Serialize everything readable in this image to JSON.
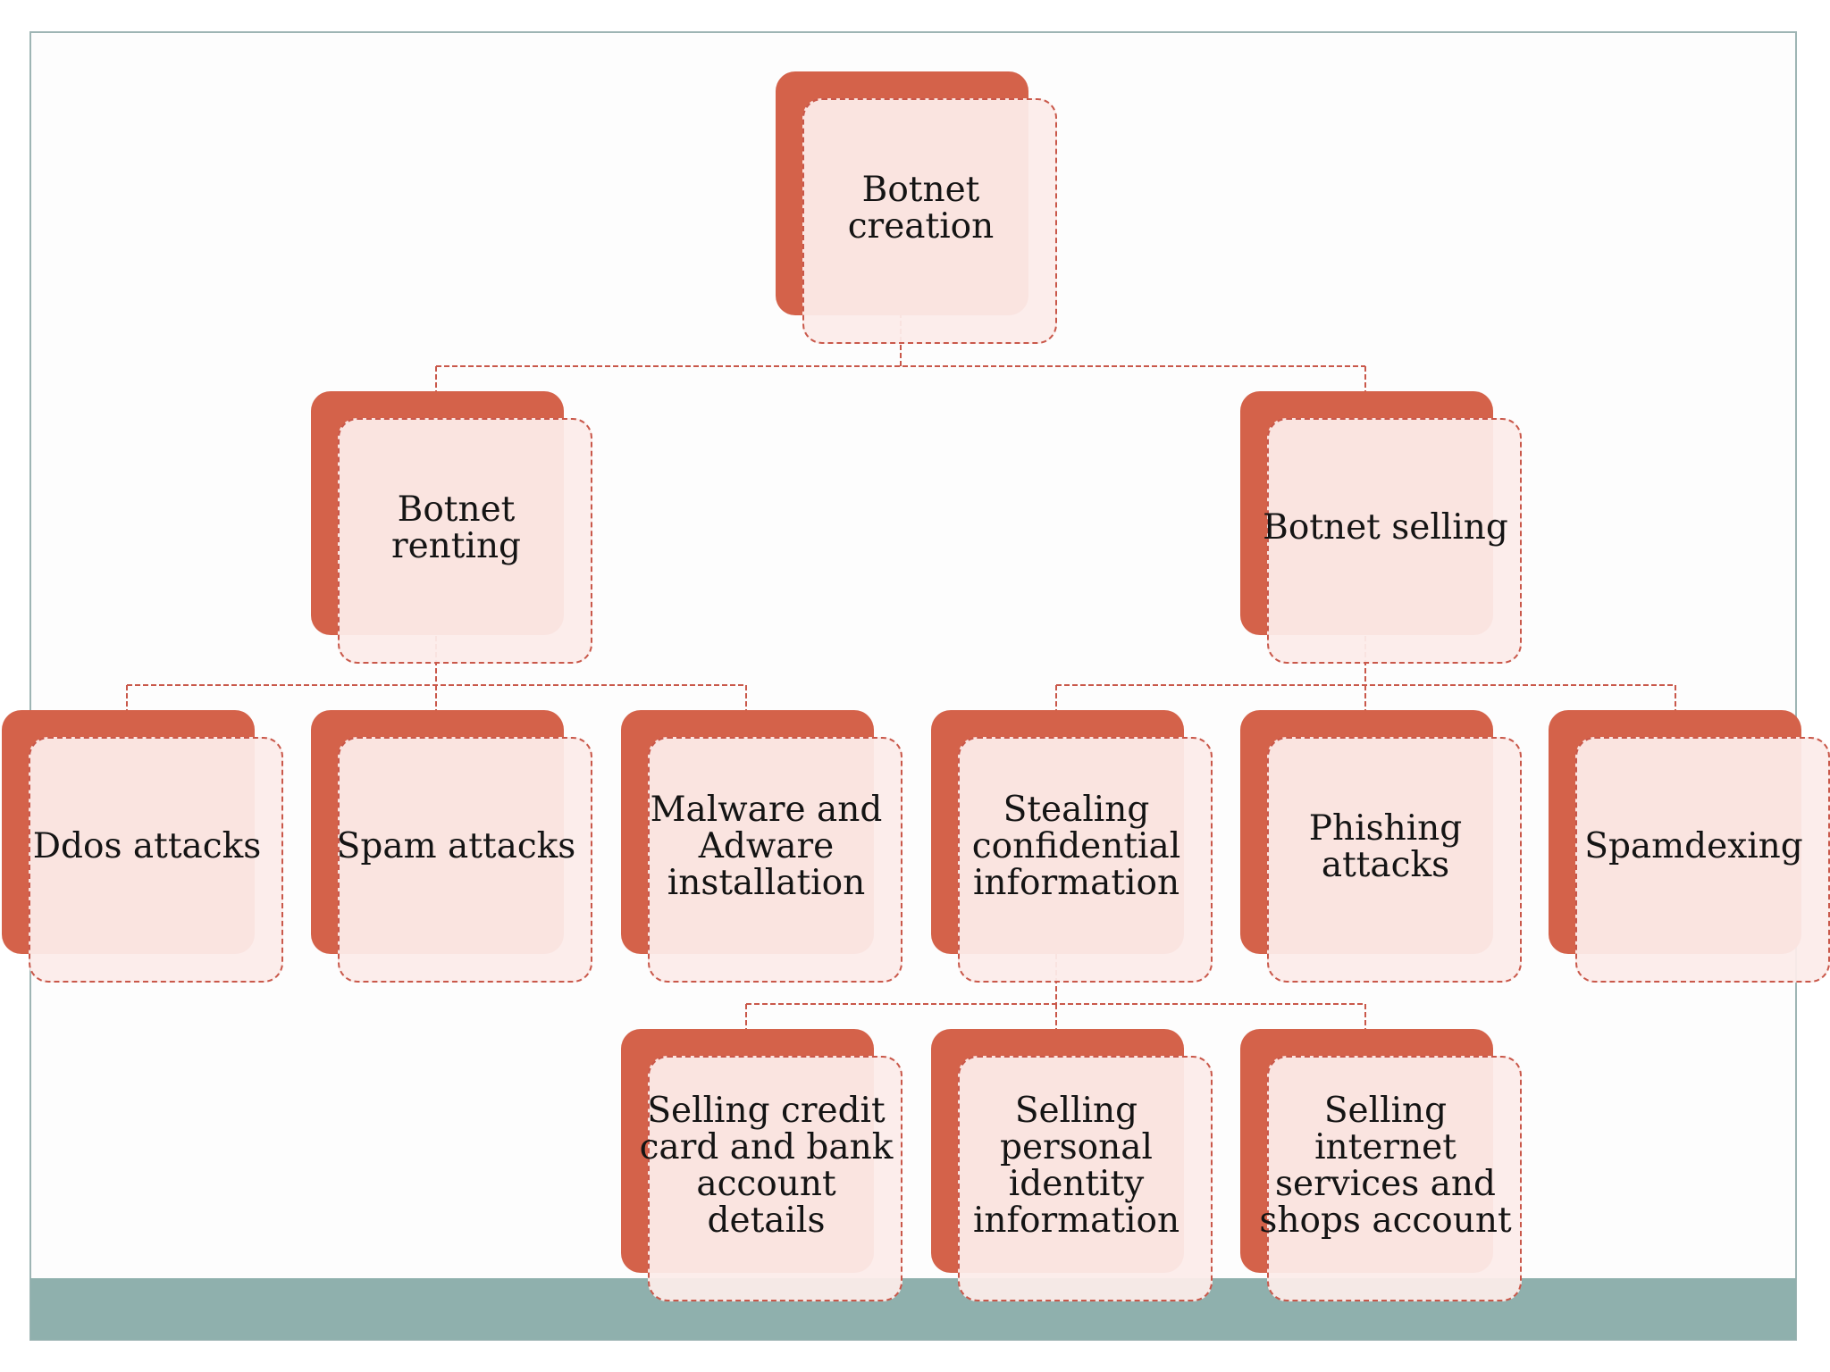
{
  "diagram": {
    "colors": {
      "node_back": "#d4624a",
      "node_front": "#fcecea",
      "connector": "#c9584a",
      "band": "#8fb0ad"
    },
    "nodes": {
      "root": "Botnet creation",
      "renting": "Botnet renting",
      "selling": "Botnet selling",
      "ddos": "Ddos attacks",
      "spam": "Spam attacks",
      "malware": "Malware and Adware installation",
      "stealing": "Stealing confidential information",
      "phishing": "Phishing attacks",
      "spamdexing": "Spamdexing",
      "credit_card": "Selling credit card and bank account details",
      "personal_identity": "Selling personal identity information",
      "internet_services": "Selling internet services and shops account"
    }
  }
}
